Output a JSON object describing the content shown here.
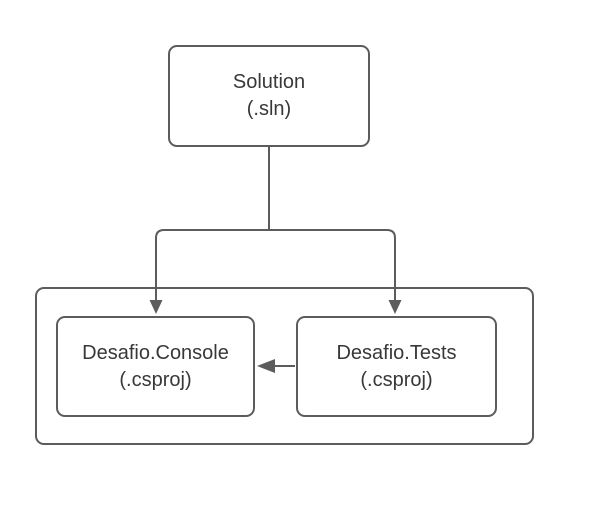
{
  "diagram": {
    "type": "flowchart",
    "title": "Solution / project structure diagram",
    "colors": {
      "stroke": "#5c5c5c",
      "text": "#383838",
      "background": "#ffffff",
      "node_fill": "#ffffff"
    },
    "nodes": [
      {
        "id": "solution",
        "label": "Solution",
        "sublabel": "(.sln)"
      },
      {
        "id": "console",
        "label": "Desafio.Console",
        "sublabel": "(.csproj)"
      },
      {
        "id": "tests",
        "label": "Desafio.Tests",
        "sublabel": "(.csproj)"
      }
    ],
    "container": {
      "id": "projects-group",
      "contains": [
        "console",
        "tests"
      ]
    },
    "edges": [
      {
        "from": "solution",
        "to": "console",
        "direction": "down",
        "description": "Solution references Desafio.Console project"
      },
      {
        "from": "solution",
        "to": "tests",
        "direction": "down",
        "description": "Solution references Desafio.Tests project"
      },
      {
        "from": "tests",
        "to": "console",
        "direction": "left",
        "description": "Desafio.Tests depends on Desafio.Console"
      }
    ]
  }
}
